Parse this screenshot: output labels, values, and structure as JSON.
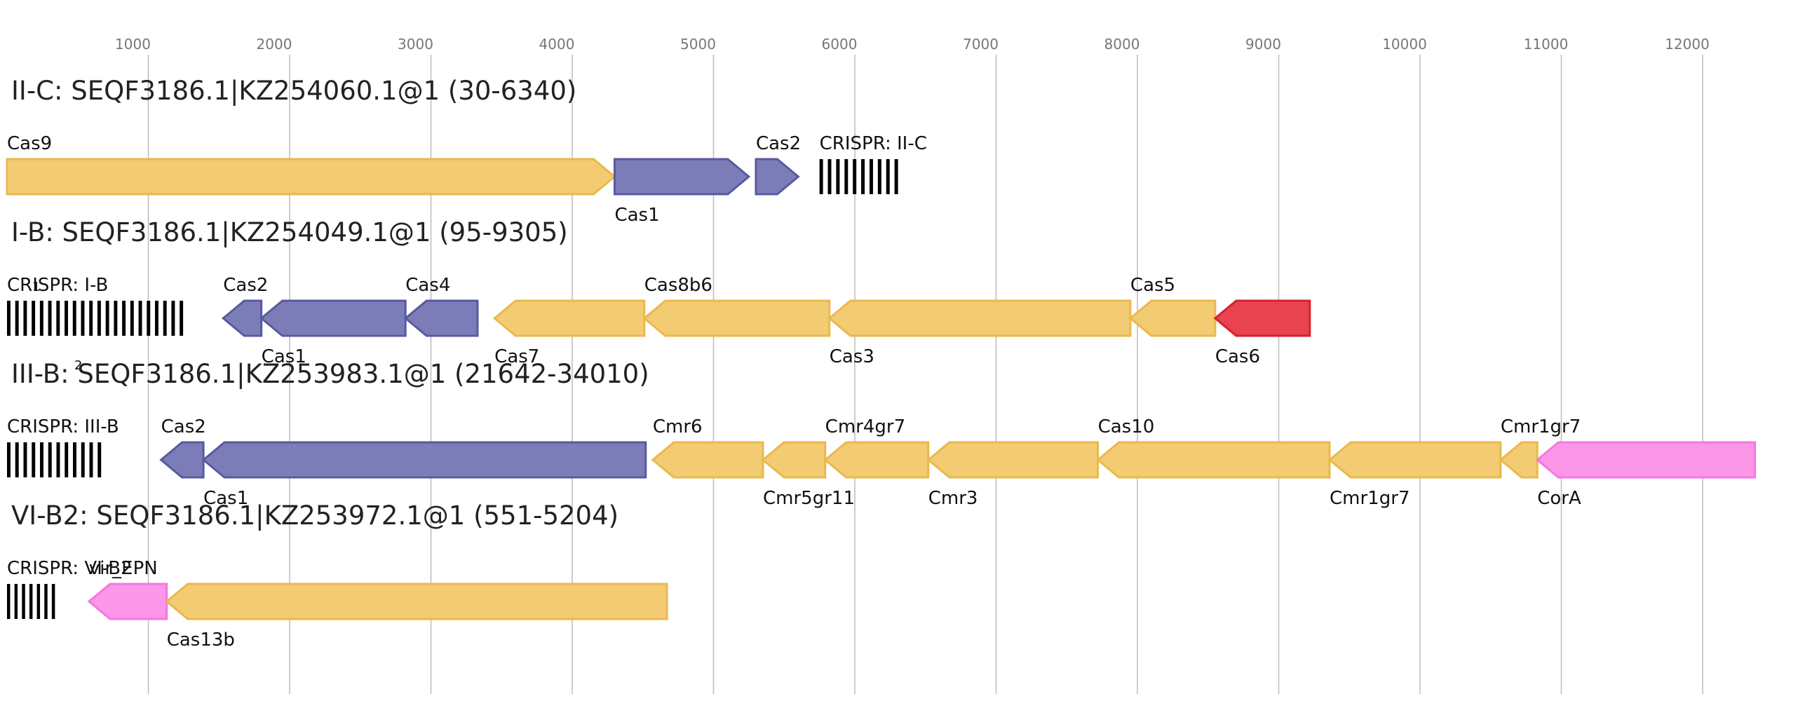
{
  "axis": {
    "ticks": [
      1000,
      2000,
      3000,
      4000,
      5000,
      6000,
      7000,
      8000,
      9000,
      10000,
      11000,
      12000
    ],
    "grid": true
  },
  "colors": {
    "yellow": "#f2cb72",
    "yellow_stroke": "#e9b94c",
    "purple": "#7c7db8",
    "purple_stroke": "#575a9e",
    "red": "#e8434f",
    "red_stroke": "#d62030",
    "pink": "#fc96e8",
    "pink_stroke": "#f577e0",
    "crispr": "#000000"
  },
  "tracks": [
    {
      "title": "II-C: SEQF3186.1|KZ254060.1@1 (30-6340)",
      "features": [
        {
          "kind": "gene",
          "label": "Cas9",
          "start": 0,
          "end": 4300,
          "strand": 1,
          "color": "yellow",
          "label_pos": "above"
        },
        {
          "kind": "gene",
          "label": "Cas1",
          "start": 4300,
          "end": 5250,
          "strand": 1,
          "color": "purple",
          "label_pos": "below"
        },
        {
          "kind": "gene",
          "label": "Cas2",
          "start": 5300,
          "end": 5600,
          "strand": 1,
          "color": "purple",
          "label_pos": "above"
        },
        {
          "kind": "crispr",
          "label": "CRISPR: II-C",
          "start": 5750,
          "end": 6340,
          "count": 10,
          "label_pos": "above"
        }
      ]
    },
    {
      "title": "I-B: SEQF3186.1|KZ254049.1@1 (95-9305)",
      "features": [
        {
          "kind": "crispr",
          "label": "CRISPR: I-B",
          "start": 0,
          "end": 1280,
          "count": 22,
          "label_pos": "above",
          "extra_above": "1",
          "extra_below": "2"
        },
        {
          "kind": "gene",
          "label": "Cas2",
          "start": 1530,
          "end": 1800,
          "strand": -1,
          "color": "purple",
          "label_pos": "above"
        },
        {
          "kind": "gene",
          "label": "Cas1",
          "start": 1800,
          "end": 2820,
          "strand": -1,
          "color": "purple",
          "label_pos": "below"
        },
        {
          "kind": "gene",
          "label": "Cas4",
          "start": 2820,
          "end": 3330,
          "strand": -1,
          "color": "purple",
          "label_pos": "above"
        },
        {
          "kind": "gene",
          "label": "Cas7",
          "start": 3450,
          "end": 4510,
          "strand": -1,
          "color": "yellow",
          "label_pos": "below"
        },
        {
          "kind": "gene",
          "label": "Cas8b6",
          "start": 4510,
          "end": 5820,
          "strand": -1,
          "color": "yellow",
          "label_pos": "above"
        },
        {
          "kind": "gene",
          "label": "Cas3",
          "start": 5820,
          "end": 7950,
          "strand": -1,
          "color": "yellow",
          "label_pos": "below"
        },
        {
          "kind": "gene",
          "label": "Cas5",
          "start": 7950,
          "end": 8550,
          "strand": -1,
          "color": "yellow",
          "label_pos": "above"
        },
        {
          "kind": "gene",
          "label": "Cas6",
          "start": 8550,
          "end": 9220,
          "strand": -1,
          "color": "red",
          "label_pos": "below"
        }
      ]
    },
    {
      "title": "III-B: SEQF3186.1|KZ253983.1@1 (21642-34010)",
      "features": [
        {
          "kind": "crispr",
          "label": "CRISPR: III-B",
          "start": 0,
          "end": 700,
          "count": 12,
          "label_pos": "above"
        },
        {
          "kind": "gene",
          "label": "Cas2",
          "start": 1090,
          "end": 1390,
          "strand": -1,
          "color": "purple",
          "label_pos": "above"
        },
        {
          "kind": "gene",
          "label": "Cas1",
          "start": 1390,
          "end": 4520,
          "strand": -1,
          "color": "purple",
          "label_pos": "below"
        },
        {
          "kind": "gene",
          "label": "Cmr6",
          "start": 4570,
          "end": 5350,
          "strand": -1,
          "color": "yellow",
          "label_pos": "above"
        },
        {
          "kind": "gene",
          "label": "Cmr5gr11",
          "start": 5350,
          "end": 5790,
          "strand": -1,
          "color": "yellow",
          "label_pos": "below"
        },
        {
          "kind": "gene",
          "label": "Cmr4gr7",
          "start": 5790,
          "end": 6520,
          "strand": -1,
          "color": "yellow",
          "label_pos": "above"
        },
        {
          "kind": "gene",
          "label": "Cmr3",
          "start": 6520,
          "end": 7720,
          "strand": -1,
          "color": "yellow",
          "label_pos": "below"
        },
        {
          "kind": "gene",
          "label": "Cas10",
          "start": 7720,
          "end": 9360,
          "strand": -1,
          "color": "yellow",
          "label_pos": "above"
        },
        {
          "kind": "gene",
          "label": "Cmr1gr7",
          "start": 9360,
          "end": 10570,
          "strand": -1,
          "color": "yellow",
          "label_pos": "below"
        },
        {
          "kind": "gene",
          "label": "Cmr1gr7",
          "start": 10570,
          "end": 10830,
          "strand": -1,
          "color": "yellow",
          "label_pos": "above"
        },
        {
          "kind": "gene",
          "label": "CorA",
          "start": 10830,
          "end": 12370,
          "strand": -1,
          "color": "pink",
          "label_pos": "below"
        }
      ]
    },
    {
      "title": "VI-B2: SEQF3186.1|KZ253972.1@1 (551-5204)",
      "features": [
        {
          "kind": "crispr",
          "label": "CRISPR: VI-B2",
          "start": 0,
          "end": 370,
          "count": 7,
          "label_pos": "above"
        },
        {
          "kind": "gene",
          "label": "vir_EPN",
          "start": 580,
          "end": 1130,
          "strand": -1,
          "color": "pink",
          "label_pos": "above"
        },
        {
          "kind": "gene",
          "label": "Cas13b",
          "start": 1130,
          "end": 4670,
          "strand": -1,
          "color": "yellow",
          "label_pos": "below"
        }
      ]
    }
  ]
}
